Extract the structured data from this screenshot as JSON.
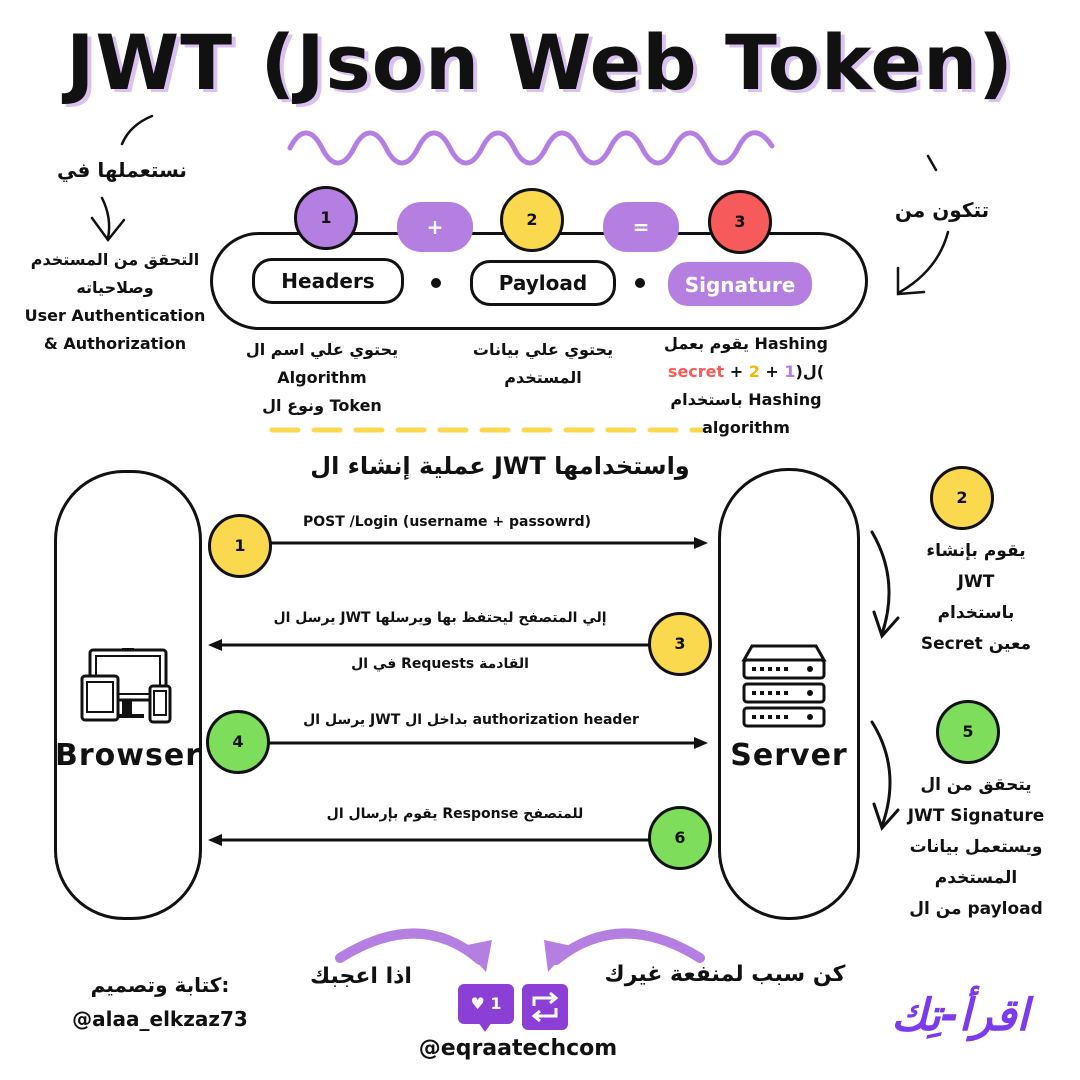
{
  "title": "JWT (Json Web Token)",
  "left_note": {
    "heading": "نستعملها في",
    "line1": "التحقق من المستخدم",
    "line2": "وصلاحياته",
    "line3": "User Authentication",
    "line4": "& Authorization"
  },
  "right_note": {
    "heading": "تتكون من"
  },
  "parts": {
    "n1": "1",
    "n2": "2",
    "n3": "3",
    "plus": "+",
    "equals": "=",
    "headers": "Headers",
    "payload": "Payload",
    "signature": "Signature"
  },
  "descriptions": {
    "headers_l1": "يحتوي علي اسم ال Algorithm",
    "headers_l2": "ونوع ال Token",
    "payload_l1": "يحتوي علي بيانات",
    "payload_l2": "المستخدم",
    "sig_l1": "يقوم بعمل Hashing",
    "sig_prefix": "ل(",
    "sig_secret": "secret",
    "sig_plus1": " + ",
    "sig_two": "2",
    "sig_plus2": " + ",
    "sig_one": "1",
    "sig_close": ")",
    "sig_l3": "باستخدام Hashing algorithm"
  },
  "flow": {
    "heading": "عملية إنشاء ال JWT واستخدامها",
    "browser": "Browser",
    "server": "Server",
    "step1": {
      "num": "1",
      "text": "POST /Login (username + passowrd)"
    },
    "step3": {
      "num": "3",
      "line1": "يرسل ال JWT  إلي المتصفح ليحتفظ بها ويرسلها",
      "line2": "في ال Requests القادمة"
    },
    "step4": {
      "num": "4",
      "text": "يرسل ال JWT بداخل ال authorization header"
    },
    "step6": {
      "num": "6",
      "text": "يقوم بإرسال ال Response للمتصفح"
    },
    "step2": {
      "num": "2",
      "l1": "يقوم بإنشاء",
      "l2": "JWT",
      "l3": "باستخدام",
      "l4": "Secret معين"
    },
    "step5": {
      "num": "5",
      "l1": "يتحقق من ال",
      "l2": "JWT Signature",
      "l3": "ويستعمل بيانات",
      "l4": "المستخدم",
      "l5": "من ال payload"
    }
  },
  "footer": {
    "credit_l1": "كتابة وتصميم:",
    "credit_l2": "@alaa_elkzaz73",
    "like_text": "اذا اعجبك",
    "share_text": "كن سبب لمنفعة غيرك",
    "like_count": "1",
    "handle": "@eqraatechcom",
    "logo": "اقرأ-تِك"
  },
  "colors": {
    "purple": "#b57fe2",
    "yellow": "#fbd94e",
    "red": "#f65a5a",
    "green": "#7ede5c",
    "logo_purple": "#7c3aed",
    "icon_purple": "#8b3fd6"
  }
}
